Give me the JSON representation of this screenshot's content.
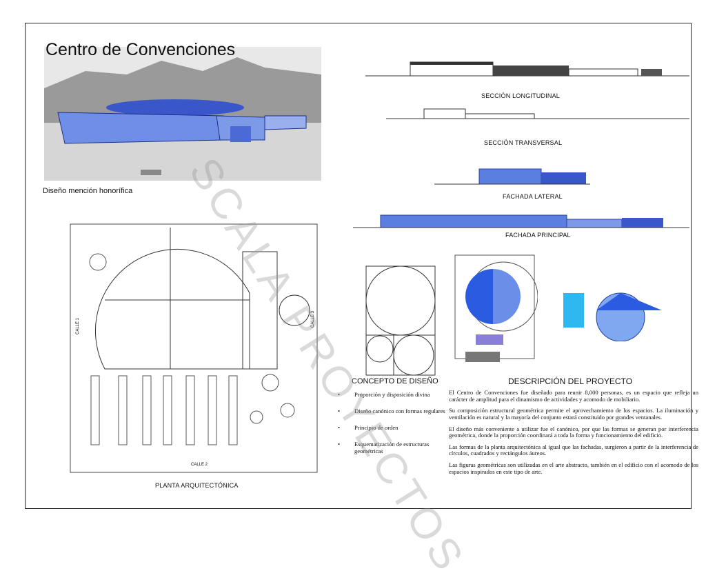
{
  "title": "Centro de Convenciones",
  "render_caption": "Diseño mención  honorífica",
  "plan_caption": "PLANTA ARQUITECTÓNICA",
  "plan_labels": {
    "street1": "CALLE 1",
    "street2": "CALLE 2",
    "street3": "CALLE 3"
  },
  "sections": {
    "longitudinal": "SECCIÓN LONGITUDINAL",
    "transversal": "SECCIÓN TRANSVERSAL",
    "lateral": "FACHADA LATERAL",
    "principal": "FACHADA PRINCIPAL"
  },
  "concept": {
    "heading": "CONCEPTO DE DISEÑO",
    "items": [
      "Proporción y disposición divina",
      "Diseño canónico con formas regulares",
      "Principio de orden",
      "Esquematización de estructuras geométricas"
    ]
  },
  "description": {
    "heading": "DESCRIPCIÓN DEL PROYECTO",
    "paragraphs": [
      "El Centro de Convenciones fue diseñado para reunir 8,000 personas, es un espacio que refleja un carácter de amplitud para el dinamismo de actividades y acomodo de mobiliario.",
      "Su composición estructural geométrica permite el aprovechamiento de los espacios. La iluminación y ventilación es natural y la mayoría del conjunto estará constituido por grandes ventanales.",
      "El diseño más conveniente a utilizar fue el canónico, por que las formas se generan por interferencia geométrica, donde la proporción coordinará a toda la forma y funcionamiento del edificio.",
      "Las formas de la planta arquitectónica al igual que las fachadas, surgieron a partir de la interferencia de círculos, cuadrados y rectángulos áureos.",
      "Las figuras geométricas son utilizadas en el arte abstracto, también en el edificio con el acomodo de los espacios inspirados en este tipo de arte."
    ]
  },
  "watermark": "SCALA PROYECTOS",
  "colors": {
    "glass": "#5b7fe0",
    "dark": "#2a3f9e",
    "ink": "#111111"
  }
}
